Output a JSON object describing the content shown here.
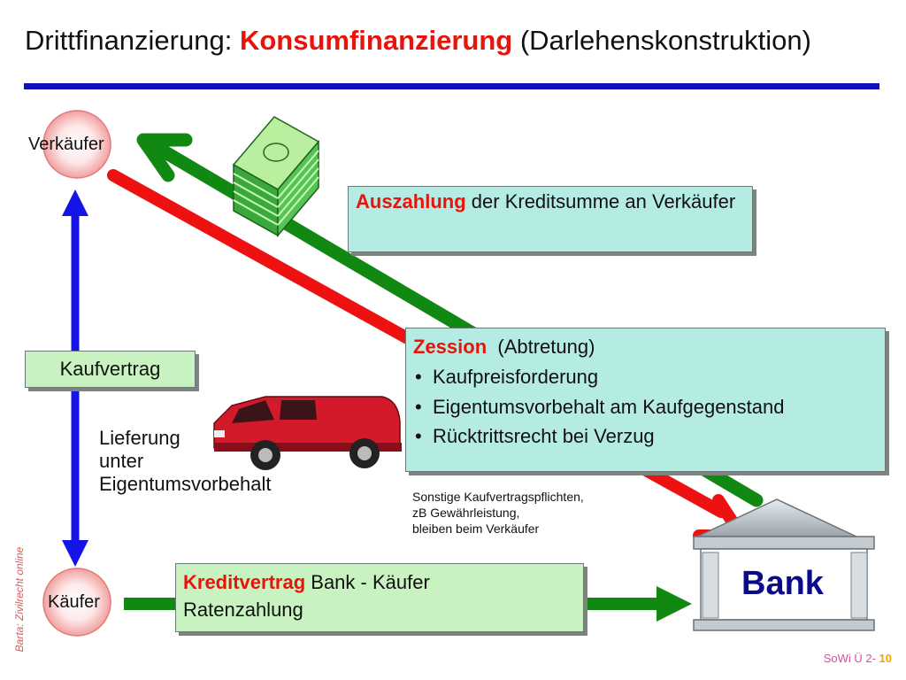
{
  "title": {
    "prefix": "Drittfinanzierung: ",
    "highlight": "Konsumfinanzierung",
    "suffix": " (Darlehenskonstruktion)"
  },
  "nodes": {
    "seller": "Verkäufer",
    "buyer": "Käufer",
    "bank": "Bank"
  },
  "payout": {
    "highlight": "Auszahlung",
    "text": " der Kreditsumme an Verkäufer"
  },
  "cession": {
    "highlight": "Zession",
    "paren": "(Abtretung)",
    "items": [
      "Kaufpreisforderung",
      "Eigentumsvorbehalt am Kaufgegenstand",
      "Rücktrittsrecht bei Verzug"
    ]
  },
  "note": {
    "lines": [
      "Sonstige Kaufvertragspflichten,",
      "zB Gewährleistung,",
      "bleiben beim Verkäufer"
    ]
  },
  "purchase_contract": "Kaufvertrag",
  "delivery": [
    "Lieferung",
    "unter",
    "Eigentumsvorbehalt"
  ],
  "credit": {
    "highlight": "Kreditvertrag",
    "text": " Bank - Käufer",
    "line2": "Ratenzahlung"
  },
  "side_caption": "Barta: Zivilrecht online",
  "page": {
    "prefix": "SoWi Ü 2- ",
    "number": "10"
  },
  "colors": {
    "title_rule": "#1010b8",
    "highlight": "#e8140c",
    "green_arrow": "#118811",
    "red_arrow": "#ee1111",
    "blue_arrow": "#1414e6"
  }
}
